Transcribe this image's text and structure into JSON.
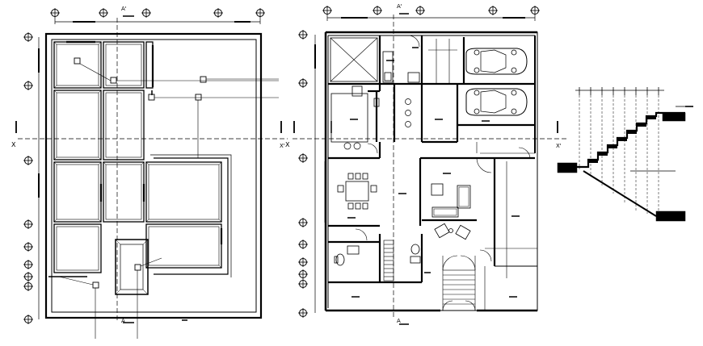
{
  "section_labels": {
    "top_left": "A'",
    "top_mid": "A'",
    "bottom_left": "A",
    "bottom_mid": "A",
    "axis_left": "X",
    "axis_mid": "X'",
    "axis_mid2": "X",
    "axis_right": "X'"
  },
  "colors": {
    "ink": "#000000",
    "background": "#ffffff"
  },
  "drawings": [
    "roof-plan",
    "ground-floor-plan",
    "stair-section"
  ]
}
